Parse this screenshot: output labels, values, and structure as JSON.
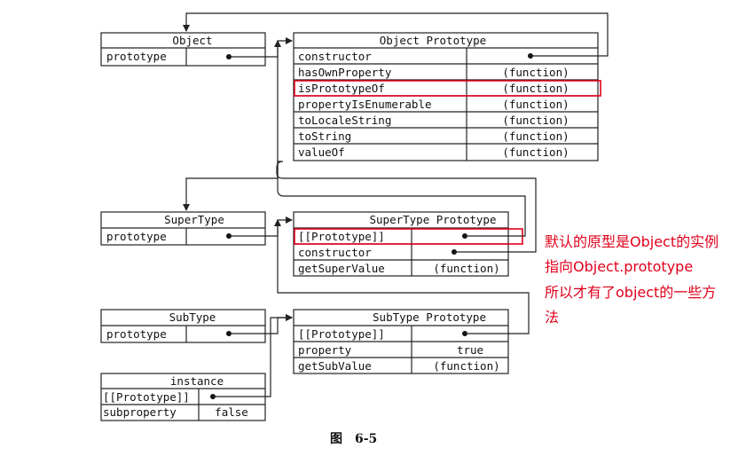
{
  "object": {
    "title": "Object",
    "field": "prototype"
  },
  "object_prototype": {
    "title": "Object Prototype",
    "rows": [
      {
        "name": "constructor",
        "value": ""
      },
      {
        "name": "hasOwnProperty",
        "value": "(function)"
      },
      {
        "name": "isPrototypeOf",
        "value": "(function)"
      },
      {
        "name": "propertyIsEnumerable",
        "value": "(function)"
      },
      {
        "name": "toLocaleString",
        "value": "(function)"
      },
      {
        "name": "toString",
        "value": "(function)"
      },
      {
        "name": "valueOf",
        "value": "(function)"
      }
    ]
  },
  "supertype": {
    "title": "SuperType",
    "field": "prototype"
  },
  "supertype_prototype": {
    "title": "SuperType Prototype",
    "rows": [
      {
        "name": "[[Prototype]]",
        "value": ""
      },
      {
        "name": "constructor",
        "value": ""
      },
      {
        "name": "getSuperValue",
        "value": "(function)"
      }
    ]
  },
  "subtype": {
    "title": "SubType",
    "field": "prototype"
  },
  "subtype_prototype": {
    "title": "SubType Prototype",
    "rows": [
      {
        "name": "[[Prototype]]",
        "value": ""
      },
      {
        "name": "property",
        "value": "true"
      },
      {
        "name": "getSubValue",
        "value": "(function)"
      }
    ]
  },
  "instance": {
    "title": "instance",
    "rows": [
      {
        "name": "[[Prototype]]",
        "value": ""
      },
      {
        "name": "subproperty",
        "value": "false"
      }
    ]
  },
  "annotation": {
    "line1": "默认的原型是Object的实例",
    "line2": "指向Object.prototype",
    "line3": "所以才有了object的一些方",
    "line4": "法",
    "highlight_color": "#e0001b"
  },
  "caption": "图　6-5"
}
